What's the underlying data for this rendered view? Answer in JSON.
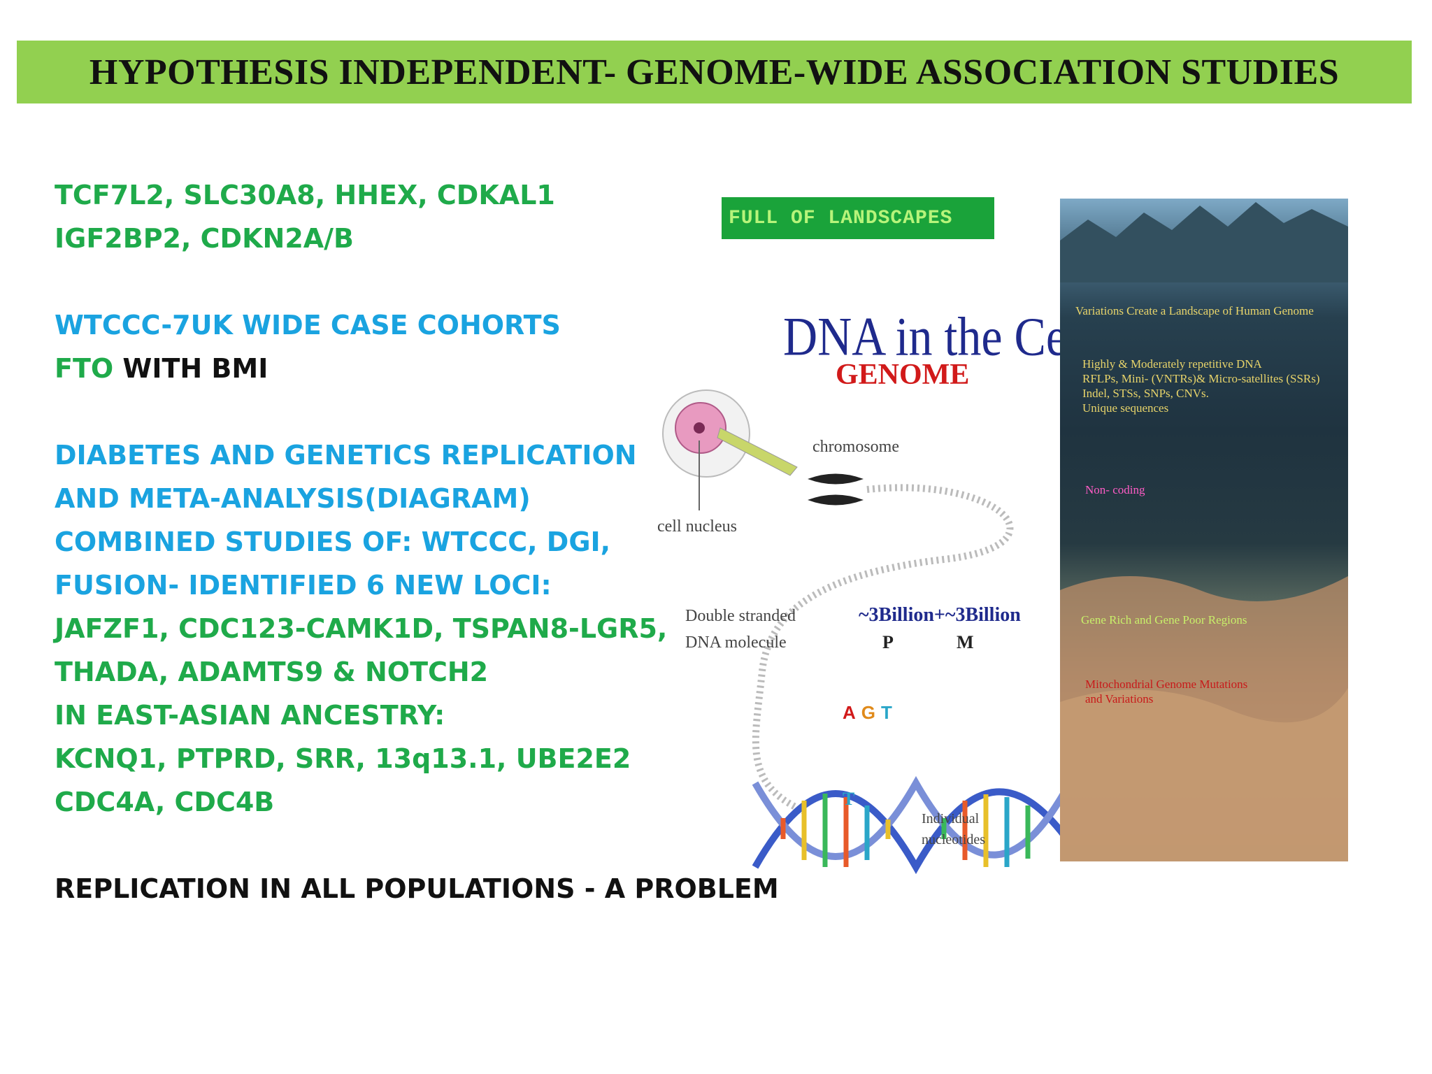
{
  "title": "HYPOTHESIS INDEPENDENT- GENOME-WIDE  ASSOCIATION STUDIES",
  "body": {
    "genes_line1": "TCF7L2, SLC30A8, HHEX, CDKAL1",
    "genes_line2": "IGF2BP2, CDKN2A/B",
    "wtccc_line": "WTCCC-7UK WIDE CASE COHORTS",
    "fto_prefix": "FTO",
    "fto_suffix": " WITH BMI",
    "diagram_lines": [
      "DIABETES AND GENETICS REPLICATION",
      "AND META-ANALYSIS(DIAGRAM)",
      "COMBINED STUDIES OF: WTCCC, DGI,",
      "FUSION- IDENTIFIED 6 NEW LOCI:"
    ],
    "loci_lines": [
      "JAFZF1, CDC123-CAMK1D, TSPAN8-LGR5,",
      "THADA, ADAMTS9 & NOTCH2",
      "IN EAST-ASIAN ANCESTRY:",
      "KCNQ1, PTPRD, SRR, 13q13.1, UBE2E2",
      "CDC4A, CDC4B"
    ],
    "replication_line": "REPLICATION IN ALL POPULATIONS - A PROBLEM"
  },
  "figure": {
    "landscape_label": "FULL  OF  LANDSCAPES",
    "dna_title": "DNA in the Cell",
    "genome_word": "GENOME",
    "chromosome": "chromosome",
    "cell_nucleus": "cell nucleus",
    "double_stranded_1": "Double stranded",
    "double_stranded_2": "DNA molecule",
    "billion": "~3Billion+~3Billion",
    "p": "P",
    "m": "M",
    "agt_a": "A",
    "agt_g": "G",
    "agt_t": "T",
    "t_bottom": "T",
    "individual_1": "Individual",
    "individual_2": "nucleotides"
  },
  "poster": {
    "heading": "Variations Create a Landscape of Human Genome",
    "items": [
      "Highly & Moderately repetitive DNA",
      "RFLPs, Mini- (VNTRs)& Micro-satellites (SSRs)",
      "Indel, STSs, SNPs, CNVs.",
      "Unique sequences"
    ],
    "non_coding": "Non- coding",
    "gene_rich": "Gene Rich and Gene Poor Regions",
    "mito_1": "Mitochondrial Genome Mutations",
    "mito_2": "and Variations"
  },
  "colors": {
    "title_bar": "#92d050",
    "green_text": "#1faa4a",
    "blue_text": "#1aa3e0",
    "black_text": "#111111"
  }
}
